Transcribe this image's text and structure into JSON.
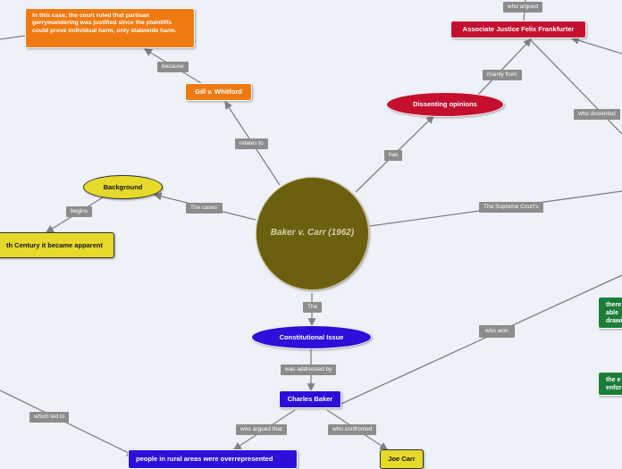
{
  "nodes": {
    "central": "Baker v. Carr (1962)",
    "gill_note": "In this case, the court ruled that partisan gerrymandering was justified since the plaintiffs could prove individual harm, only statewide harm.",
    "gill": "Gill v. Whitford",
    "background": "Background",
    "century": "th Century it became apparent",
    "dissenting": "Dissenting opinions",
    "frankfurter": "Associate Justice Felix Frankfurter",
    "constitutional": "Constitutional Issue",
    "charles": "Charles Baker",
    "joe": "Joe Carr",
    "rural": "people in rural areas were overrepresented",
    "green1": "there able drawi",
    "green2": "the e enfor"
  },
  "labels": {
    "because": "because",
    "relates_to": "relates to",
    "the_cases": "The cases'",
    "begins": "begins",
    "has": "has",
    "mainly_from": "mainly from",
    "who_argued": "who argued",
    "who_dissented": "who dissented",
    "supreme_courts": "The Supreme Court's",
    "the": "The",
    "was_addressed_by": "was addressed by",
    "who_won": "who won",
    "who_argued_that": "who argued that",
    "who_confronted": "who confronted",
    "which_led_to": "which led to"
  },
  "colors": {
    "background": "#eef1f7",
    "central": "#6b5f10",
    "orange": "#f07a12",
    "yellow": "#e6d92a",
    "red": "#c4102e",
    "blue": "#2a10d8",
    "green": "#1b7d3a",
    "line": "#7f8187",
    "label": "#8c8c8c"
  }
}
